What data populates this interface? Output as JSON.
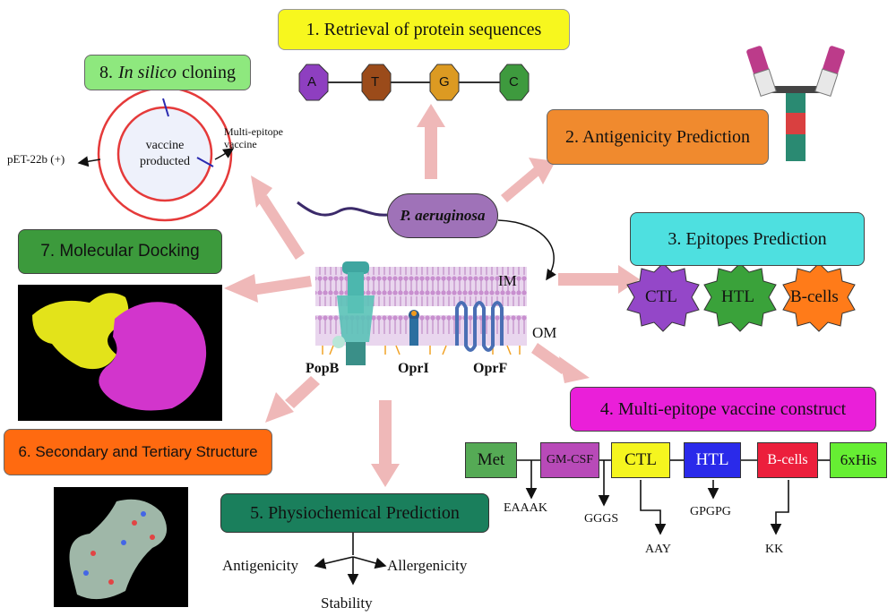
{
  "colors": {
    "arrow": "#efb8b8",
    "retrieval_bg": "#f7f71e",
    "antigenicity_bg": "#f08a2e",
    "epitopes_bg": "#4ee0e0",
    "multiepitope_bg": "#ea1fd9",
    "physio_bg": "#1a7f5c",
    "secondary_bg": "#ff6a10",
    "docking_bg": "#3c9a3c",
    "cloning_bg": "#8ee87e",
    "pathogen_bg": "#9f72b8",
    "ring": "#e53a3a"
  },
  "center": {
    "pathogen": "P. aeruginosa",
    "membrane_im": "IM",
    "membrane_om": "OM",
    "proteins": [
      "PopB",
      "OprI",
      "OprF"
    ]
  },
  "step1": {
    "title": "1. Retrieval of protein sequences",
    "bases": [
      "A",
      "T",
      "G",
      "C"
    ],
    "base_colors": [
      "#8e3fc0",
      "#9b4b1a",
      "#dc9a22",
      "#3e9a3e"
    ]
  },
  "step2": {
    "title": "2. Antigenicity Prediction",
    "icon": "antibody-icon"
  },
  "step3": {
    "title": "3. Epitopes Prediction",
    "types": [
      "CTL",
      "HTL",
      "B-cells"
    ],
    "type_colors": [
      "#9447c8",
      "#3aa23a",
      "#ff7b19"
    ]
  },
  "step4": {
    "title": "4. Multi-epitope vaccine construct",
    "segments": [
      "Met",
      "GM-CSF",
      "CTL",
      "HTL",
      "B-cells",
      "6xHis"
    ],
    "segment_colors": [
      "#55aa55",
      "#b84ab8",
      "#f5f51f",
      "#2a2aea",
      "#ec1f3c",
      "#66ee33"
    ],
    "linkers": [
      "EAAAK",
      "GGGS",
      "AAY",
      "GPGPG",
      "KK"
    ]
  },
  "step5": {
    "title": "5. Physiochemical Prediction",
    "outputs": [
      "Antigenicity",
      "Allergenicity",
      "Stability"
    ]
  },
  "step6": {
    "title": "6. Secondary and Tertiary Structure"
  },
  "step7": {
    "title": "7. Molecular Docking"
  },
  "step8": {
    "number": "8.",
    "title_italic": "In silico",
    "title_rest": "cloning",
    "vector": "pET-22b (+)",
    "insert": "Multi-epitope vaccine",
    "center_text": "vaccine producted"
  }
}
